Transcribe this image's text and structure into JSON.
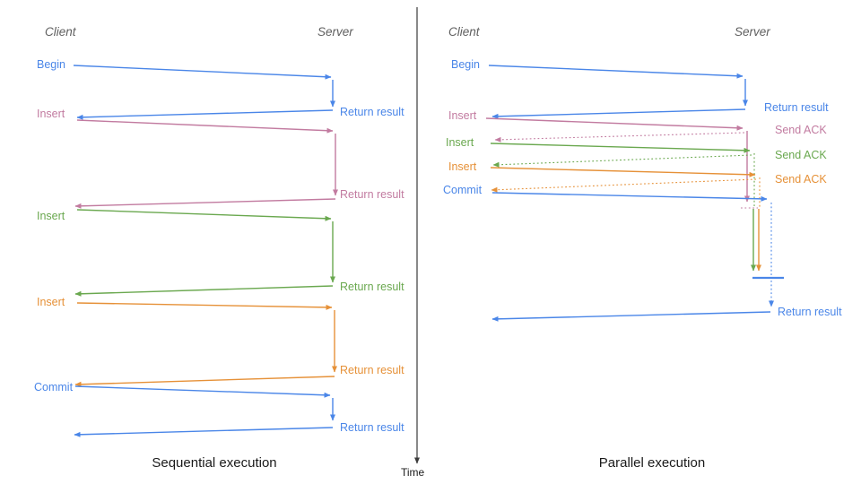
{
  "colors": {
    "blue": "#4a86e8",
    "pink": "#c27ba0",
    "green": "#6aa84f",
    "orange": "#e69138",
    "axis": "#3b3b3b",
    "header_gray": "#5f5f5f",
    "title_dark": "#1a1a1a"
  },
  "left_panel": {
    "title": "Sequential execution",
    "client": "Client",
    "server": "Server",
    "rows": [
      {
        "request": "Begin",
        "response": "Return result"
      },
      {
        "request": "Insert",
        "response": "Return result"
      },
      {
        "request": "Insert",
        "response": "Return result"
      },
      {
        "request": "Insert",
        "response": "Return result"
      },
      {
        "request": "Commit",
        "response": "Return result"
      }
    ]
  },
  "right_panel": {
    "title": "Parallel execution",
    "client": "Client",
    "server": "Server",
    "rows": [
      {
        "request": "Begin",
        "response": "Return result"
      },
      {
        "request": "Insert",
        "response": "Send ACK"
      },
      {
        "request": "Insert",
        "response": "Send ACK"
      },
      {
        "request": "Insert",
        "response": "Send ACK"
      },
      {
        "request": "Commit",
        "response": "Return result"
      }
    ]
  },
  "time_axis": {
    "label": "Time"
  }
}
